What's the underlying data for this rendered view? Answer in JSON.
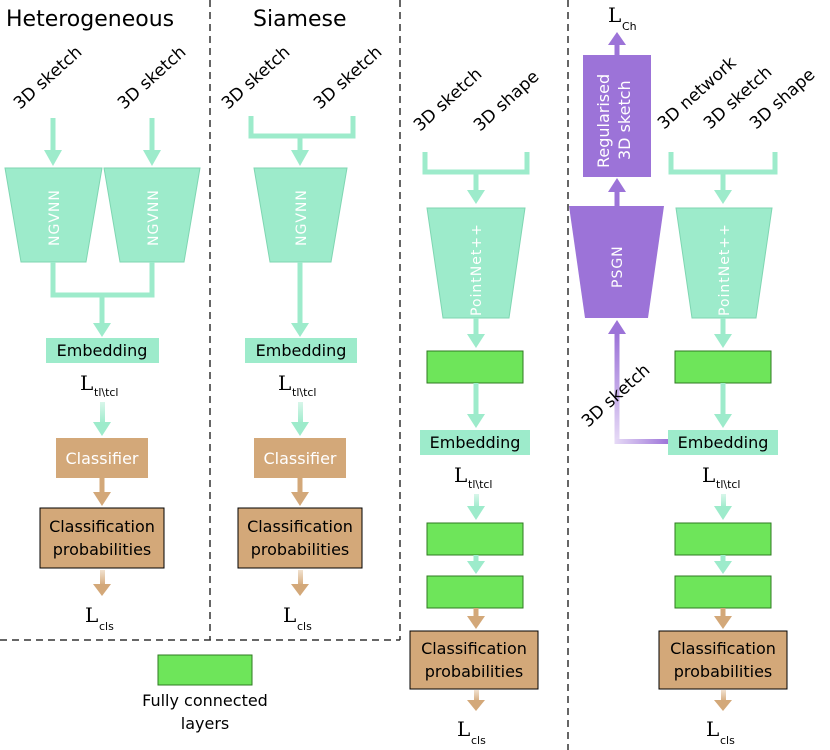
{
  "colors": {
    "mint": "#9DEBCB",
    "mint_light": "#D8F6EA",
    "tan": "#D3A879",
    "tan_light": "#EAD3BA",
    "green": "#6EE55A",
    "purple": "#9C73D8",
    "purple_light": "#D9C9F2"
  },
  "panels": {
    "heterogeneous": {
      "title": "Heterogeneous",
      "input1": "3D sketch",
      "input2": "3D sketch",
      "net1": "NGVNN",
      "net2": "NGVNN",
      "embedding": "Embedding",
      "loss_tl": "L",
      "loss_tl_sub": "tl\\tcl",
      "classifier": "Classifier",
      "probs_line1": "Classification",
      "probs_line2": "probabilities",
      "loss_cls": "L",
      "loss_cls_sub": "cls"
    },
    "siamese": {
      "title": "Siamese",
      "input1": "3D sketch",
      "input2": "3D sketch",
      "net": "NGVNN",
      "embedding": "Embedding",
      "loss_tl": "L",
      "loss_tl_sub": "tl\\tcl",
      "classifier": "Classifier",
      "probs_line1": "Classification",
      "probs_line2": "probabilities",
      "loss_cls": "L",
      "loss_cls_sub": "cls"
    },
    "pointnet": {
      "input1": "3D sketch",
      "input2": "3D shape",
      "net": "PointNet++",
      "embedding": "Embedding",
      "loss_tl": "L",
      "loss_tl_sub": "tl\\tcl",
      "probs_line1": "Classification",
      "probs_line2": "probabilities",
      "loss_cls": "L",
      "loss_cls_sub": "cls"
    },
    "psgn": {
      "loss_ch": "L",
      "loss_ch_sub": "Ch",
      "regularised_line1": "Regularised",
      "regularised_line2": "3D sketch",
      "psgn_label": "PSGN",
      "psgn_input": "3D sketch",
      "input1": "3D network",
      "input2": "3D sketch",
      "input3": "3D shape",
      "net": "PointNet++",
      "embedding": "Embedding",
      "loss_tl": "L",
      "loss_tl_sub": "tl\\tcl",
      "probs_line1": "Classification",
      "probs_line2": "probabilities",
      "loss_cls": "L",
      "loss_cls_sub": "cls"
    }
  },
  "legend": {
    "line1": "Fully connected",
    "line2": "layers"
  }
}
